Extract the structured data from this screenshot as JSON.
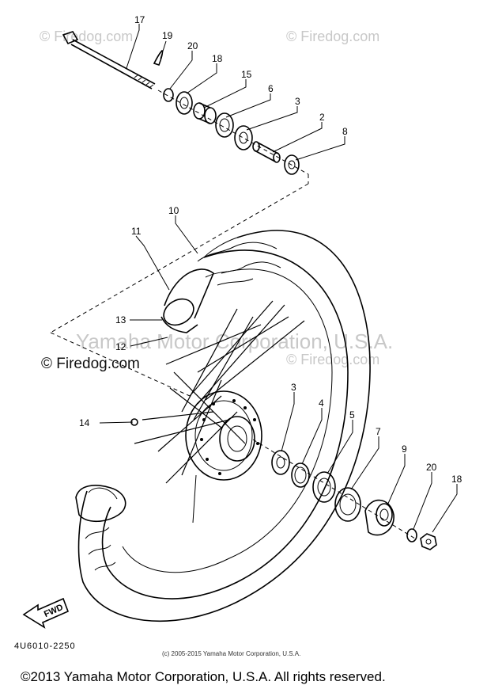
{
  "watermarks": {
    "top_left": "© Firedog.com",
    "top_right": "© Firedog.com",
    "middle_left": "© Firedog.com",
    "middle_right": "© Firedog.com",
    "center": "Yamaha Motor Corporation, U.S.A."
  },
  "callouts": {
    "c17": "17",
    "c19": "19",
    "c20_top": "20",
    "c18_top": "18",
    "c15": "15",
    "c6": "6",
    "c3_top": "3",
    "c2": "2",
    "c8": "8",
    "c10": "10",
    "c11": "11",
    "c13": "13",
    "c12": "12",
    "c14": "14",
    "c3_bottom": "3",
    "c4": "4",
    "c5": "5",
    "c7": "7",
    "c9": "9",
    "c20_bottom": "20",
    "c18_bottom": "18"
  },
  "fwd_label": "FWD",
  "diagram_code": "4U6010-2250",
  "small_copyright": "(c) 2005-2015 Yamaha Motor Corporation, U.S.A.",
  "footer": "©2013 Yamaha Motor Corporation, U.S.A. All rights reserved."
}
